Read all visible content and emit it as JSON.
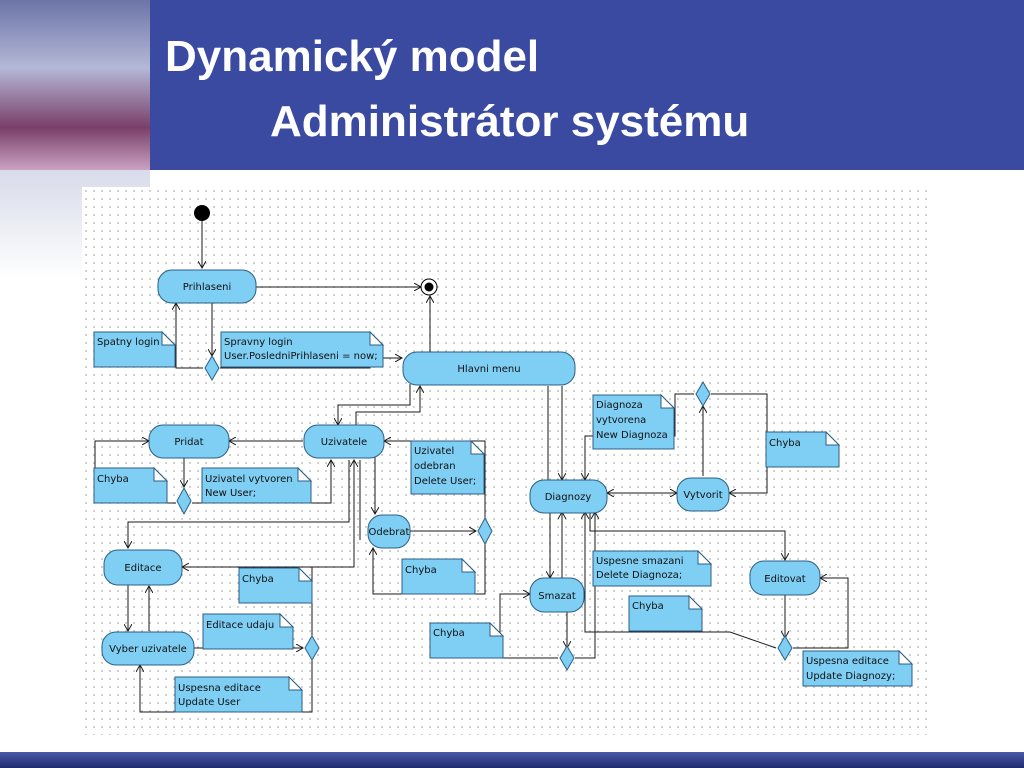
{
  "slide": {
    "title_line1": "Dynamický model",
    "title_line2": "Administrátor systému"
  },
  "diagram": {
    "nodes": {
      "prihlaseni": "Prihlaseni",
      "hlavni_menu": "Hlavni menu",
      "uzivatele": "Uzivatele",
      "pridat": "Pridat",
      "odebrat": "Odebrat",
      "editace": "Editace",
      "vyber_uzivatele": "Vyber uzivatele",
      "diagnozy": "Diagnozy",
      "vytvorit": "Vytvorit",
      "smazat": "Smazat",
      "editovat": "Editovat"
    },
    "notes": {
      "spatny_login": [
        "Spatny login"
      ],
      "spravny_login": [
        "Spravny login",
        "User.PosledniPrihlaseni = now;"
      ],
      "chyba_pridat": [
        "Chyba"
      ],
      "uzivatel_vytvoren": [
        "Uzivatel vytvoren",
        "New User;"
      ],
      "uzivatel_odebran": [
        "Uzivatel",
        "odebran",
        "Delete User;"
      ],
      "chyba_odebrat": [
        "Chyba"
      ],
      "chyba_editace": [
        "Chyba"
      ],
      "editace_udaju": [
        "Editace udaju"
      ],
      "uspesna_editace_user": [
        "Uspesna editace",
        "Update User"
      ],
      "diagnoza_vytvorena": [
        "Diagnoza",
        "vytvorena",
        "New Diagnoza"
      ],
      "chyba_vytvorit": [
        "Chyba"
      ],
      "uspesne_smazani": [
        "Uspesne smazani",
        "Delete Diagnoza;"
      ],
      "chyba_smazat_right": [
        "Chyba"
      ],
      "chyba_smazat_left": [
        "Chyba"
      ],
      "uspesna_editace_diag": [
        "Uspesna editace",
        "Update Diagnozy;"
      ]
    }
  }
}
